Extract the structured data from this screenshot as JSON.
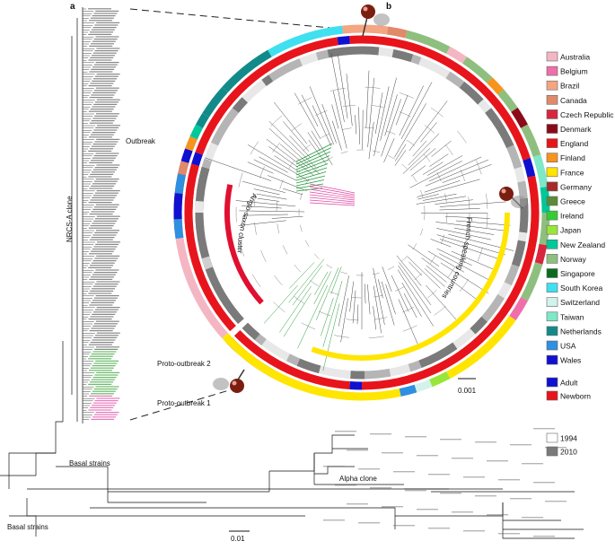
{
  "panels": {
    "a": "a",
    "b": "b"
  },
  "labels": {
    "nrcs_a_clone": "NRCS-A clone",
    "outbreak": "Outbreak",
    "proto_outbreak_2": "Proto-outbreak 2",
    "proto_outbreak_1": "Proto-outbreak 1",
    "basal_strains_1": "Basal strains",
    "basal_strains_2": "Basal strains",
    "alpha_clone": "Alpha clone",
    "anglo_saxon_cluster": "Anglo-saxon cluster",
    "french_speaking_countries": "French-speaking countries"
  },
  "scale_bars": {
    "tree_a": "0.01",
    "tree_b": "0.001"
  },
  "legend": {
    "countries": [
      {
        "name": "Australia",
        "color": "#f4b6c2"
      },
      {
        "name": "Belgium",
        "color": "#f06ea9"
      },
      {
        "name": "Brazil",
        "color": "#f4a582"
      },
      {
        "name": "Canada",
        "color": "#e08a6a"
      },
      {
        "name": "Czech Republic",
        "color": "#d7263d"
      },
      {
        "name": "Denmark",
        "color": "#8b0a1a"
      },
      {
        "name": "England",
        "color": "#e8141b"
      },
      {
        "name": "Finland",
        "color": "#f7941d"
      },
      {
        "name": "France",
        "color": "#ffe500"
      },
      {
        "name": "Germany",
        "color": "#a52a2a"
      },
      {
        "name": "Greece",
        "color": "#5a8a3a"
      },
      {
        "name": "Ireland",
        "color": "#33cc33"
      },
      {
        "name": "Japan",
        "color": "#99e63a"
      },
      {
        "name": "New Zealand",
        "color": "#00c89a"
      },
      {
        "name": "Norway",
        "color": "#8fbf7f"
      },
      {
        "name": "Singapore",
        "color": "#0a6b1e"
      },
      {
        "name": "South Korea",
        "color": "#3fe0f0"
      },
      {
        "name": "Switzerland",
        "color": "#d3f2ec"
      },
      {
        "name": "Taiwan",
        "color": "#7fe8c8"
      },
      {
        "name": "Netherlands",
        "color": "#138a8a"
      },
      {
        "name": "USA",
        "color": "#2f8fe0"
      },
      {
        "name": "Wales",
        "color": "#1010d0"
      }
    ],
    "ages": [
      {
        "name": "Adult",
        "color": "#1010d0"
      },
      {
        "name": "Newborn",
        "color": "#e8141b"
      }
    ],
    "years": [
      {
        "name": "1994",
        "color": "#ffffff"
      },
      {
        "name": "2010",
        "color": "#7a7a7a"
      }
    ]
  }
}
